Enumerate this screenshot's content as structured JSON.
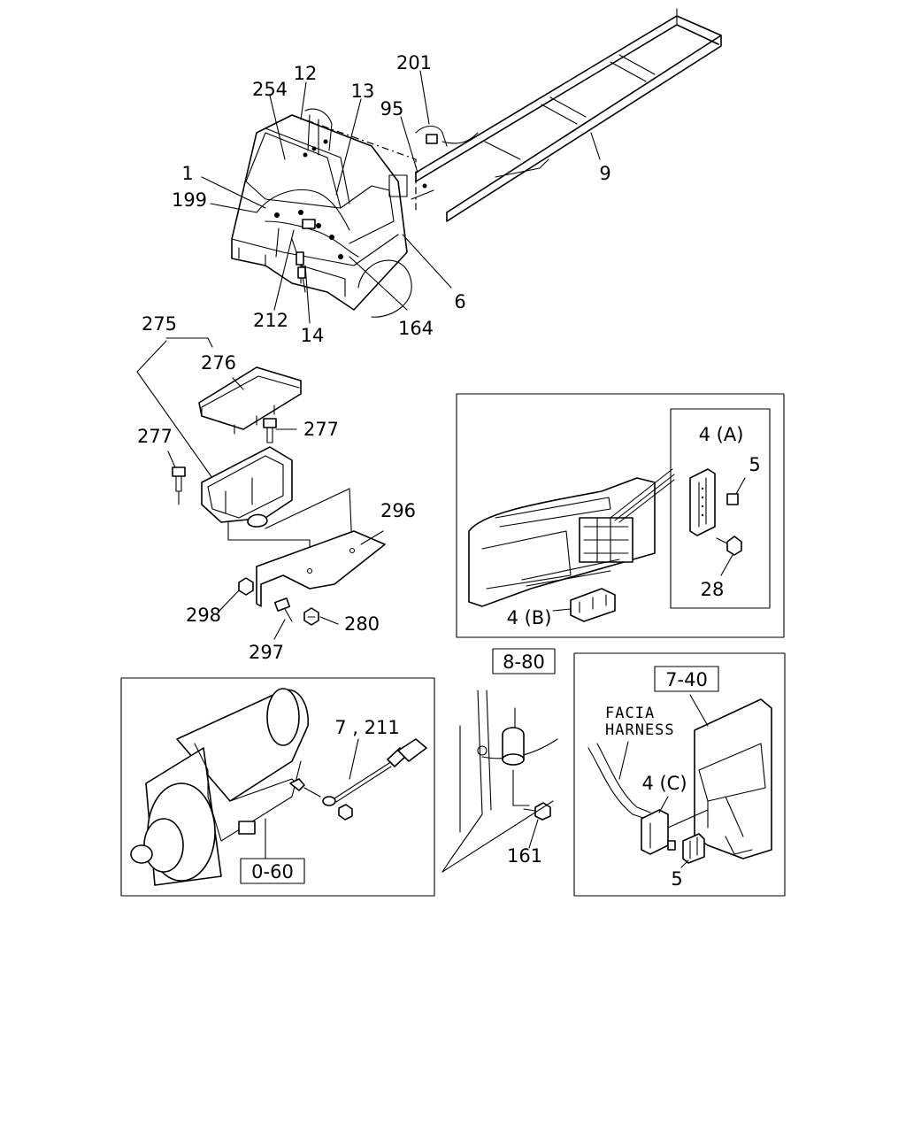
{
  "labels": {
    "p12": "12",
    "p254": "254",
    "p13": "13",
    "p95": "95",
    "p201": "201",
    "p1": "1",
    "p199": "199",
    "p9": "9",
    "p6": "6",
    "p212": "212",
    "p14": "14",
    "p164": "164",
    "p275": "275",
    "p276": "276",
    "p277a": "277",
    "p277b": "277",
    "p296": "296",
    "p298": "298",
    "p280": "280",
    "p297": "297",
    "p4a": "4 (A)",
    "p5a": "5",
    "p28": "28",
    "p4b": "4 (B)",
    "p7211": "7 , 211",
    "p060": "0-60",
    "p880": "8-80",
    "p161": "161",
    "p740": "7-40",
    "facia1": "FACIA",
    "facia2": "HARNESS",
    "p4c": "4 (C)",
    "p5c": "5"
  }
}
